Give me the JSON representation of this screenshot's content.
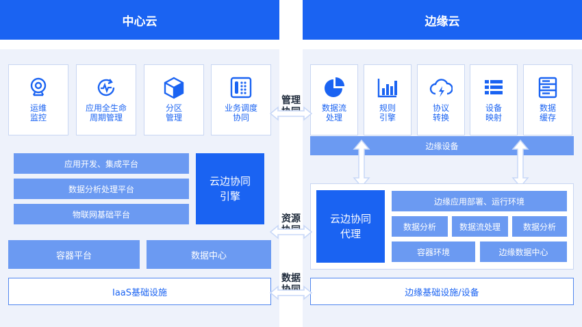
{
  "center_cloud": {
    "title": "中心云",
    "cards": [
      {
        "label": "运维\n监控",
        "icon": "webcam-icon"
      },
      {
        "label": "应用全生命\n周期管理",
        "icon": "lifecycle-icon"
      },
      {
        "label": "分区\n管理",
        "icon": "cube-icon"
      },
      {
        "label": "业务调度\n协同",
        "icon": "phone-dial-icon"
      }
    ],
    "platforms": [
      "应用开发、集成平台",
      "数据分析处理平台",
      "物联网基础平台"
    ],
    "engine": "云边协同\n引擎",
    "container_platform": "容器平台",
    "data_center": "数据中心",
    "iaas": "IaaS基础设施"
  },
  "edge_cloud": {
    "title": "边缘云",
    "cards": [
      {
        "label": "数据流\n处理",
        "icon": "pie-chart-icon"
      },
      {
        "label": "规则\n引擎",
        "icon": "bar-chart-icon"
      },
      {
        "label": "协议\n转换",
        "icon": "cloud-bolt-icon"
      },
      {
        "label": "设备\n映射",
        "icon": "list-icon"
      },
      {
        "label": "数据\n缓存",
        "icon": "server-icon"
      }
    ],
    "edge_device": "边缘设备",
    "agent": "云边协同\n代理",
    "deploy": "边缘应用部署、运行环境",
    "row2": [
      "数据分析",
      "数据流处理",
      "数据分析"
    ],
    "container_env": "容器环境",
    "edge_data_center": "边缘数据中心",
    "infra": "边缘基础设施/设备"
  },
  "sync": {
    "management": "管理\n协同",
    "resource": "资源\n协同",
    "data": "数据\n协同"
  },
  "colors": {
    "primary": "#1a63f2",
    "light_bar": "#6b9af2",
    "panel_bg": "#eef2fb",
    "arrow": "#c7d7f7"
  }
}
